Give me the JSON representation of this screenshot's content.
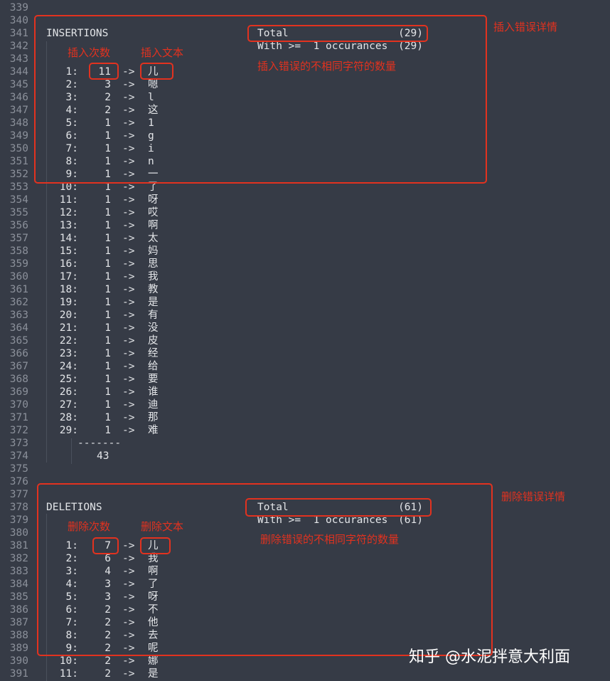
{
  "first_line_number": 339,
  "last_line_number": 391,
  "colors": {
    "background": "#363b46",
    "text": "#e3e5e8",
    "line_number": "#8b909a",
    "annotation": "#e2321f"
  },
  "insertions": {
    "title": "INSERTIONS",
    "total_label": "Total",
    "total_value": "(29)",
    "with_label": "With >=  1 occurances",
    "with_value": "(29)",
    "separator": "-------",
    "sum": "43",
    "rows": [
      [
        "1:",
        "11",
        "儿"
      ],
      [
        "2:",
        "3",
        "嗯"
      ],
      [
        "3:",
        "2",
        "l"
      ],
      [
        "4:",
        "2",
        "这"
      ],
      [
        "5:",
        "1",
        "1"
      ],
      [
        "6:",
        "1",
        "g"
      ],
      [
        "7:",
        "1",
        "i"
      ],
      [
        "8:",
        "1",
        "n"
      ],
      [
        "9:",
        "1",
        "一"
      ],
      [
        "10:",
        "1",
        "了"
      ],
      [
        "11:",
        "1",
        "呀"
      ],
      [
        "12:",
        "1",
        "哎"
      ],
      [
        "13:",
        "1",
        "啊"
      ],
      [
        "14:",
        "1",
        "太"
      ],
      [
        "15:",
        "1",
        "妈"
      ],
      [
        "16:",
        "1",
        "思"
      ],
      [
        "17:",
        "1",
        "我"
      ],
      [
        "18:",
        "1",
        "教"
      ],
      [
        "19:",
        "1",
        "是"
      ],
      [
        "20:",
        "1",
        "有"
      ],
      [
        "21:",
        "1",
        "没"
      ],
      [
        "22:",
        "1",
        "皮"
      ],
      [
        "23:",
        "1",
        "经"
      ],
      [
        "24:",
        "1",
        "给"
      ],
      [
        "25:",
        "1",
        "要"
      ],
      [
        "26:",
        "1",
        "谁"
      ],
      [
        "27:",
        "1",
        "迪"
      ],
      [
        "28:",
        "1",
        "那"
      ],
      [
        "29:",
        "1",
        "难"
      ]
    ]
  },
  "deletions": {
    "title": "DELETIONS",
    "total_label": "Total",
    "total_value": "(61)",
    "with_label": "With >=  1 occurances",
    "with_value": "(61)",
    "rows": [
      [
        "1:",
        "7",
        "儿"
      ],
      [
        "2:",
        "6",
        "我"
      ],
      [
        "3:",
        "4",
        "啊"
      ],
      [
        "4:",
        "3",
        "了"
      ],
      [
        "5:",
        "3",
        "呀"
      ],
      [
        "6:",
        "2",
        "不"
      ],
      [
        "7:",
        "2",
        "他"
      ],
      [
        "8:",
        "2",
        "去"
      ],
      [
        "9:",
        "2",
        "呢"
      ],
      [
        "10:",
        "2",
        "娜"
      ],
      [
        "11:",
        "2",
        "是"
      ]
    ]
  },
  "arrow": "->",
  "annotations": {
    "ins_count": "插入次数",
    "ins_text": "插入文本",
    "ins_detail": "插入错误详情",
    "ins_distinct": "插入错误的不相同字符的数量",
    "del_count": "删除次数",
    "del_text": "删除文本",
    "del_detail": "删除错误详情",
    "del_distinct": "删除错误的不相同字符的数量"
  },
  "watermark": "知乎 @水泥拌意大利面"
}
